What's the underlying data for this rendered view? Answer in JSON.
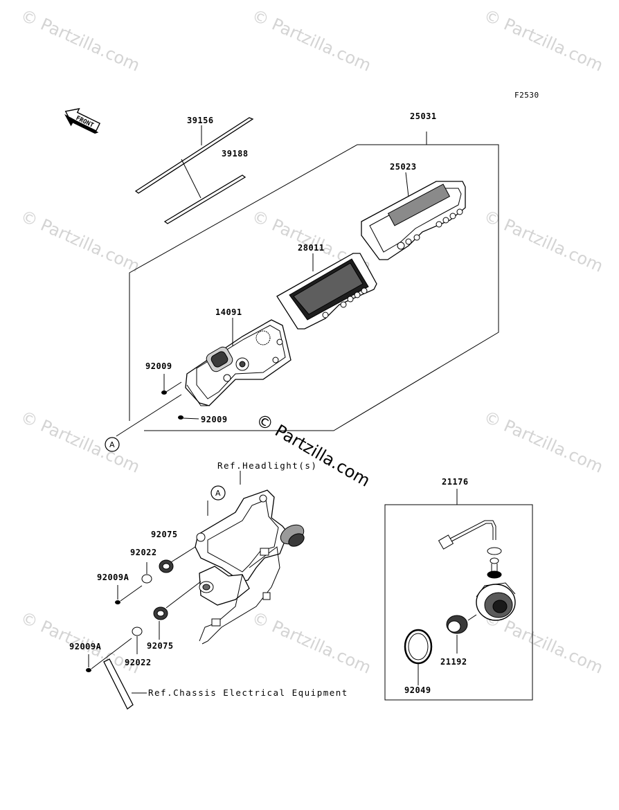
{
  "diagram_code": "F2530",
  "front_arrow_label": "FRONT",
  "watermark": "© Partzilla.com",
  "center_watermark": "© Partzilla.com",
  "callouts": {
    "c39156": "39156",
    "c39188": "39188",
    "c25031": "25031",
    "c25023": "25023",
    "c28011": "28011",
    "c14091": "14091",
    "c92009_a": "92009",
    "c92009_b": "92009",
    "c21176": "21176",
    "c92075_a": "92075",
    "c92022_a": "92022",
    "c92009A_a": "92009A",
    "c92075_b": "92075",
    "c92009A_b": "92009A",
    "c92022_b": "92022",
    "c21192": "21192",
    "c92049": "92049"
  },
  "refs": {
    "headlight": "Ref.Headlight(s)",
    "chassis": "Ref.Chassis Electrical Equipment"
  },
  "markers": {
    "a_top": "A",
    "a_bottom": "A"
  }
}
